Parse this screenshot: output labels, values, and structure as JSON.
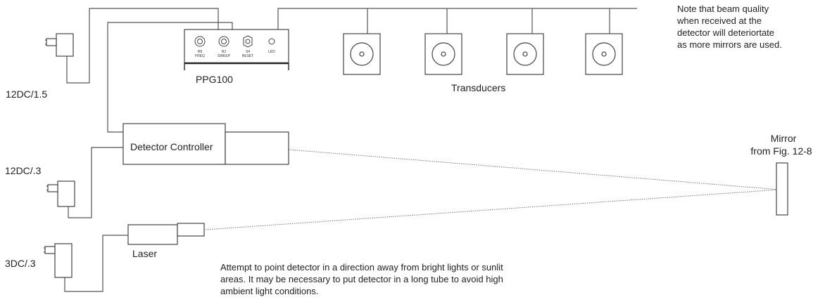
{
  "labels": {
    "psu1": "12DC/1.5",
    "psu2": "12DC/.3",
    "psu3": "3DC/.3",
    "ppg": "PPG100",
    "transducers": "Transducers",
    "detector": "Detector Controller",
    "laser": "Laser",
    "mirror_line1": "Mirror",
    "mirror_line2": "from Fig. 12-8"
  },
  "ppg_panel": {
    "knob1": "R8\nFREQ",
    "knob2": "R2\nSWEEP",
    "knob3": "S4\nRESET",
    "led": "LED"
  },
  "note": {
    "line1": "Note that beam quality",
    "line2": "when received at the",
    "line3": "detector will deteriortate",
    "line4": "as more mirrors are used."
  },
  "bottom_note": {
    "line1": "Attempt to point detector in a direction away from bright lights or sunlit",
    "line2": "areas.  It may be necessary to put detector in a long tube to avoid high",
    "line3": "ambient light conditions."
  }
}
